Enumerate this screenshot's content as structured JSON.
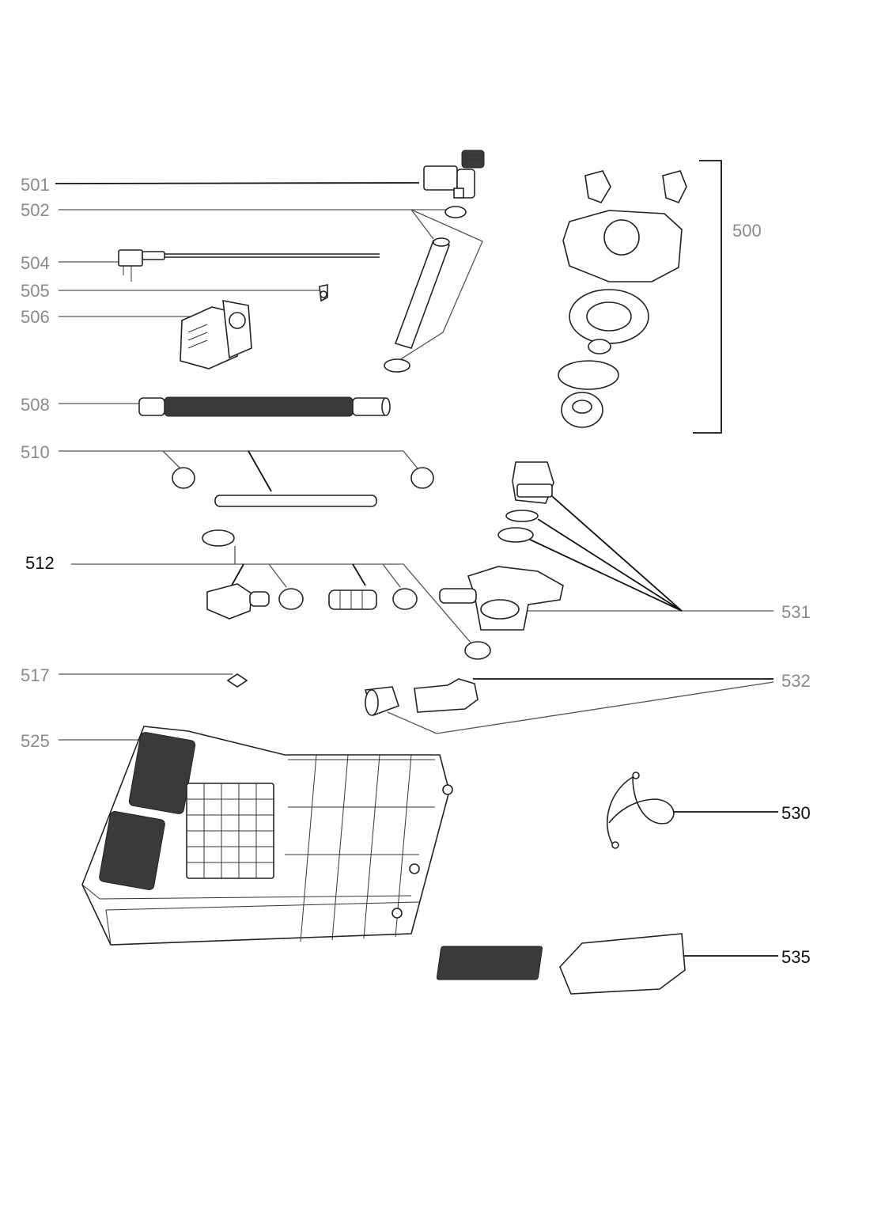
{
  "labels": {
    "l500": "500",
    "l501": "501",
    "l502": "502",
    "l504": "504",
    "l505": "505",
    "l506": "506",
    "l508": "508",
    "l510": "510",
    "l512": "512",
    "l517": "517",
    "l525": "525",
    "l530": "530",
    "l531": "531",
    "l532": "532",
    "l535": "535"
  },
  "colors": {
    "line": "#222222",
    "label_light": "#8a8a8a",
    "label_dark": "#111111"
  }
}
